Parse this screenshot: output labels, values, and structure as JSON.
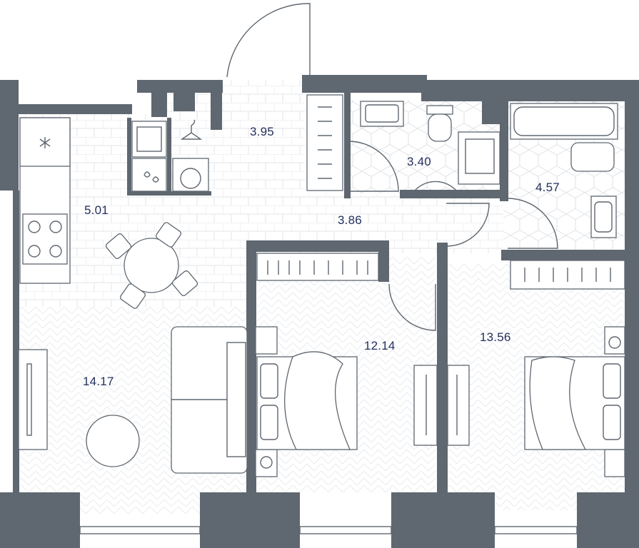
{
  "floor_plan": {
    "room_areas": {
      "hall": "3.95",
      "kitchen": "5.01",
      "corridor": "3.86",
      "bathroom": "3.40",
      "bath_large": "4.57",
      "living_room": "14.17",
      "bedroom_1": "12.14",
      "bedroom_2": "13.56"
    },
    "colors": {
      "walls": "#5f6770",
      "labels": "#24305e",
      "tile_lines": "#e3e5e8",
      "parquet_lines": "#e9ebee"
    }
  }
}
